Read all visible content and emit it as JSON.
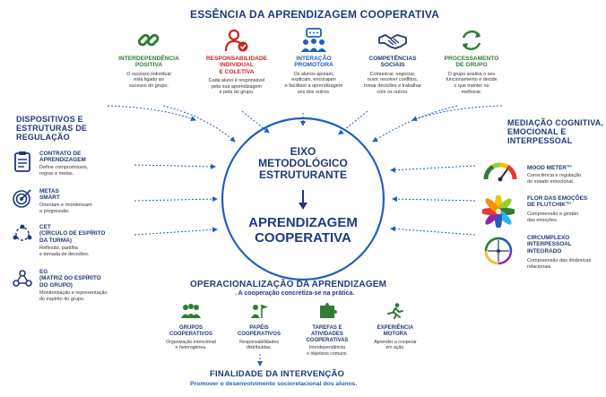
{
  "title": "ESSÊNCIA DA APRENDIZAGEM COOPERATIVA",
  "top_cards": [
    {
      "title": "INTERDEPENDÊNCIA\nPOSITIVA",
      "desc": "O sucesso individual\nestá ligado ao\nsucesso do grupo.",
      "color": "#2e7d32",
      "icon": "chain-link-icon"
    },
    {
      "title": "RESPONSABILIDADE\nINDIVIDUAL\nE COLETIVA",
      "desc": "Cada aluno é responsável\npela sua aprendizagem\ne pela do grupo.",
      "color": "#c62828",
      "icon": "person-check-icon"
    },
    {
      "title": "INTERAÇÃO\nPROMOTORA",
      "desc": "Os alunos apoiam,\nexplicam, encorajam\ne facilitam a aprendizagem\nuns dos outros.",
      "color": "#1f5fbf",
      "icon": "speech-group-icon"
    },
    {
      "title": "COMPETÊNCIAS\nSOCIAIS",
      "desc": "Comunicar, negociar,\nouvir, resolver conflitos,\ntomar decisões e trabalhar\ncom os outros.",
      "color": "#1f3a7a",
      "icon": "handshake-icon"
    },
    {
      "title": "PROCESSAMENTO\nDE GRUPO",
      "desc": "O grupo analisa o seu\nfuncionamento e decide\no que manter ou\nmelhorar.",
      "color": "#2e7d32",
      "icon": "cycle-arrows-icon"
    }
  ],
  "left": {
    "title": "DISPOSITIVOS E\nESTRUTURAS DE\nREGULAÇÃO",
    "items": [
      {
        "title": "CONTRATO DE\nAPRENDIZAGEM",
        "desc": "Define compromissos,\nregras e metas.",
        "icon": "clipboard-icon"
      },
      {
        "title": "METAS\nSMART",
        "desc": "Orientam e monitorizam\na progressão.",
        "icon": "target-icon"
      },
      {
        "title": "CET\n(CÍRCULO DE ESPÍRITO\nDA TURMA)",
        "desc": "Reflexão, partilha\ne tomada de decisões.",
        "icon": "circle-people-icon"
      },
      {
        "title": "EG\n(MATRIZ DO ESPÍRITO\nDO GRUPO)",
        "desc": "Monitorização e representação\ndo espírito do grupo.",
        "icon": "group-network-icon"
      }
    ]
  },
  "right": {
    "title": "MEDIAÇÃO COGNITIVA,\nEMOCIONAL E\nINTERPESSOAL",
    "items": [
      {
        "title": "MOOD METER™",
        "desc": "Consciência e regulação\ndo estado emocional.",
        "icon": "gauge-icon"
      },
      {
        "title": "FLOR DAS EMOÇÕES\nDE PLUTCHIK™",
        "desc": "Compreensão e gestão\ndas emoções.",
        "icon": "emotion-flower-icon"
      },
      {
        "title": "CIRCUMPLEXO\nINTERPESSOAL\nINTEGRADO",
        "desc": "Compreensão das dinâmicas\nrelacionais.",
        "icon": "circumplex-icon"
      }
    ]
  },
  "center": {
    "line1": "EIXO\nMETODOLÓGICO\nESTRUTURANTE",
    "line2": "APRENDIZAGEM\nCOOPERATIVA"
  },
  "operational": {
    "title": "OPERACIONALIZAÇÃO DA APRENDIZAGEM",
    "subtitle": ". A cooperação concretiza-se na prática.",
    "items": [
      {
        "title": "GRUPOS\nCOOPERATIVOS",
        "desc": "Organização intencional\ne heterogénea.",
        "icon": "group-icon"
      },
      {
        "title": "PAPÉIS\nCOOPERATIVOS",
        "desc": "Responsabilidades\ndistribuídas.",
        "icon": "flag-person-icon"
      },
      {
        "title": "TAREFAS E\nATIVIDADES\nCOOPERATIVAS",
        "desc": "Interdependência\ne objetivos comuns.",
        "icon": "puzzle-icon"
      },
      {
        "title": "EXPERIÊNCIA\nMOTORA",
        "desc": "Aprender a cooperar\nem ação.",
        "icon": "running-person-icon"
      }
    ]
  },
  "final": {
    "title": "FINALIDADE DA INTERVENÇÃO",
    "desc": "Promover o desenvolvimento sociorelacional dos alunos."
  },
  "colors": {
    "navy": "#1f3a7a",
    "green": "#2e7d32",
    "red": "#c62828",
    "blue": "#1f5fbf"
  }
}
